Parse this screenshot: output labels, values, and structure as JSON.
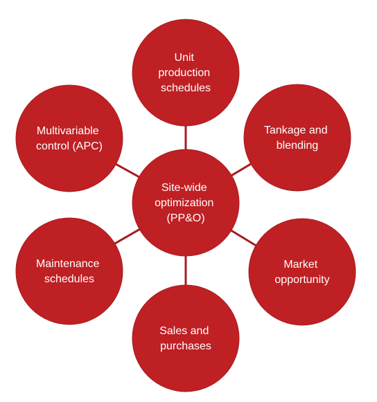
{
  "diagram": {
    "colors": {
      "node_fill": "#bf2024",
      "connector": "#a51c1f",
      "text": "#ffffff"
    },
    "center": {
      "lines": [
        "Site-wide",
        "optimization",
        "(PP&O)"
      ]
    },
    "nodes": {
      "top": {
        "lines": [
          "Unit",
          "production",
          "schedules"
        ]
      },
      "upper_right": {
        "lines": [
          "Tankage and",
          "blending"
        ]
      },
      "lower_right": {
        "lines": [
          "Market",
          "opportunity"
        ]
      },
      "bottom": {
        "lines": [
          "Sales and",
          "purchases"
        ]
      },
      "lower_left": {
        "lines": [
          "Maintenance",
          "schedules"
        ]
      },
      "upper_left": {
        "lines": [
          "Multivariable",
          "control (APC)"
        ]
      }
    }
  }
}
